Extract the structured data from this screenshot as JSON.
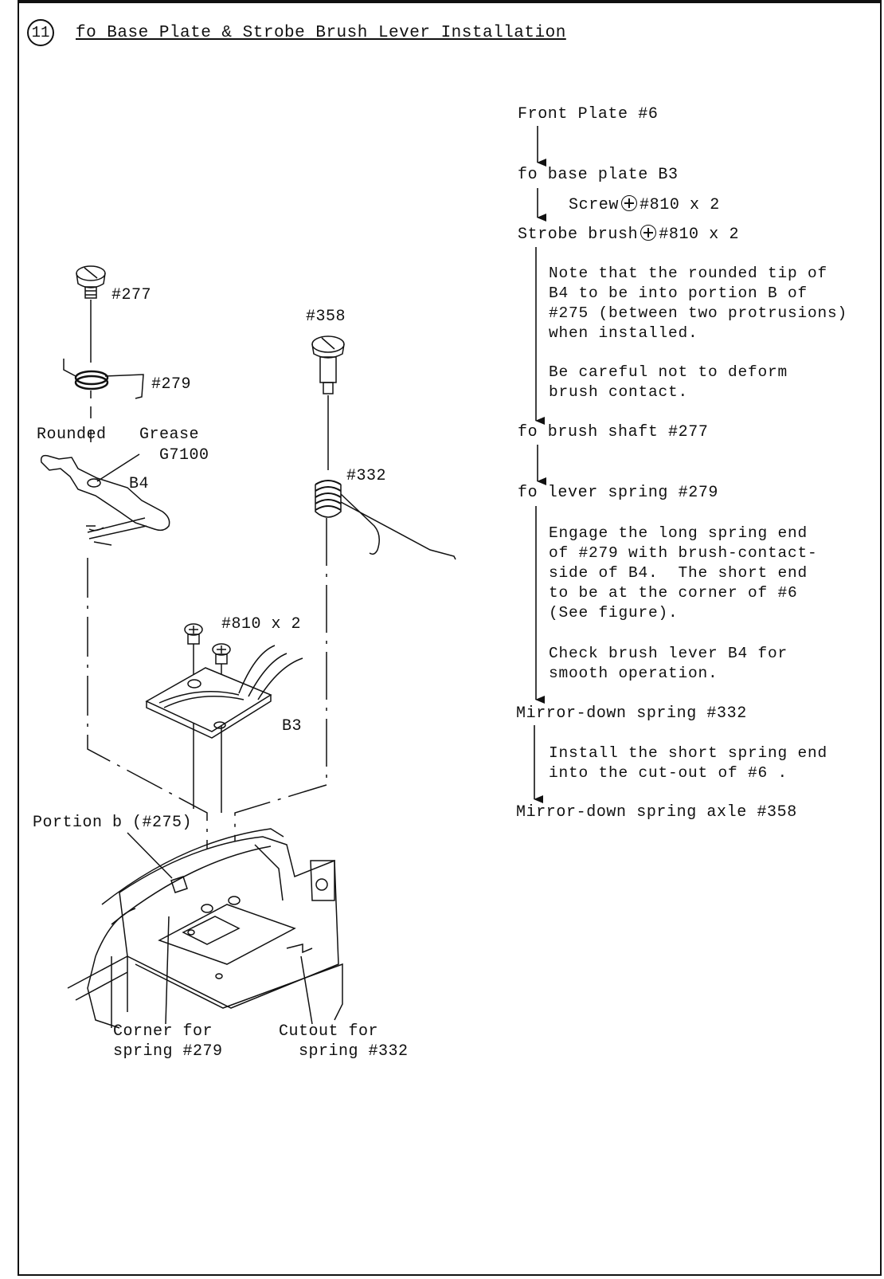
{
  "header": {
    "step_number": "11",
    "title": "fo Base Plate & Strobe Brush Lever Installation"
  },
  "procedure": {
    "step1": "Front Plate #6",
    "step2": "fo base plate B3",
    "step2_sub_prefix": "Screw",
    "step2_sub_suffix": "#810 x 2",
    "step3_prefix": "Strobe brush",
    "step3_suffix": "#810 x 2",
    "note1": "Note that the rounded tip of\nB4 to be into portion B of\n#275 (between two protrusions)\nwhen installed.",
    "note2": "Be careful not to deform\nbrush contact.",
    "step4": "fo brush shaft #277",
    "step5": "fo lever spring #279",
    "note3": "Engage the long spring end\nof #279 with brush-contact-\nside of B4.  The short end\nto be at the corner of #6\n(See figure).",
    "note4": "Check brush lever B4 for\nsmooth operation.",
    "step6": "Mirror-down spring #332",
    "note5": "Install the short spring end\ninto the cut-out of #6 .",
    "step7": "Mirror-down spring axle #358"
  },
  "figure_labels": {
    "p277": "#277",
    "p358": "#358",
    "p279": "#279",
    "rounded": "Rounded",
    "grease": "Grease",
    "grease_code": "G7100",
    "b4": "B4",
    "p332": "#332",
    "p810": "#810 x 2",
    "b3": "B3",
    "portion": "Portion b (#275)",
    "corner": "Corner for\nspring #279",
    "cutout": "Cutout for\n  spring #332"
  }
}
